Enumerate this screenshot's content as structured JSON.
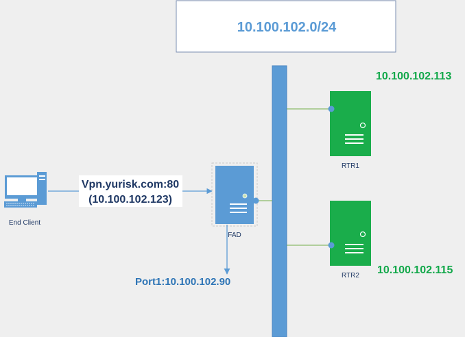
{
  "subnet": {
    "label": "10.100.102.0/24"
  },
  "client": {
    "label": "End Client"
  },
  "vip": {
    "line1": "Vpn.yurisk.com:80",
    "line2": "(10.100.102.123)"
  },
  "fad": {
    "label": "FAD",
    "port_label": "Port1:10.100.102.90"
  },
  "routers": [
    {
      "name": "RTR1",
      "ip": "10.100.102.113"
    },
    {
      "name": "RTR2",
      "ip": "10.100.102.115"
    }
  ],
  "colors": {
    "background": "#efefef",
    "bus": "#5b9bd5",
    "router": "#1aad4b",
    "ip_green": "#12a84a",
    "subnet_text": "#5b9bd5",
    "port_text": "#2e75b6",
    "link_green": "#70ad47"
  },
  "icons": [
    "computer-icon",
    "server-icon",
    "router-icon"
  ]
}
